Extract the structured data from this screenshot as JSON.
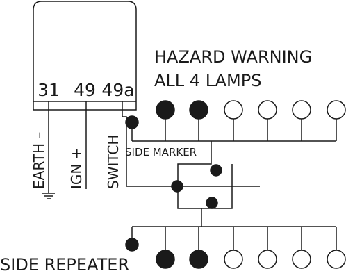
{
  "diagram": {
    "title_line1": "HAZARD WARNING",
    "title_line2": "ALL 4 LAMPS",
    "terminals": {
      "earth_num": "31",
      "ign_num": "49",
      "switch_num": "49a"
    },
    "wire_labels": {
      "earth": "EARTH –",
      "ign": "IGN +",
      "switch": "SWITCH"
    },
    "side_marker_label": "SIDE MARKER",
    "side_repeater_label": "SIDE REPEATER",
    "top_row_lamps": [
      "on",
      "on",
      "off",
      "off",
      "off",
      "off"
    ],
    "bottom_row_lamps": [
      "on",
      "on",
      "off",
      "off",
      "off",
      "off"
    ],
    "colors": {
      "ink": "#1a1a1a",
      "background": "#ffffff"
    }
  }
}
